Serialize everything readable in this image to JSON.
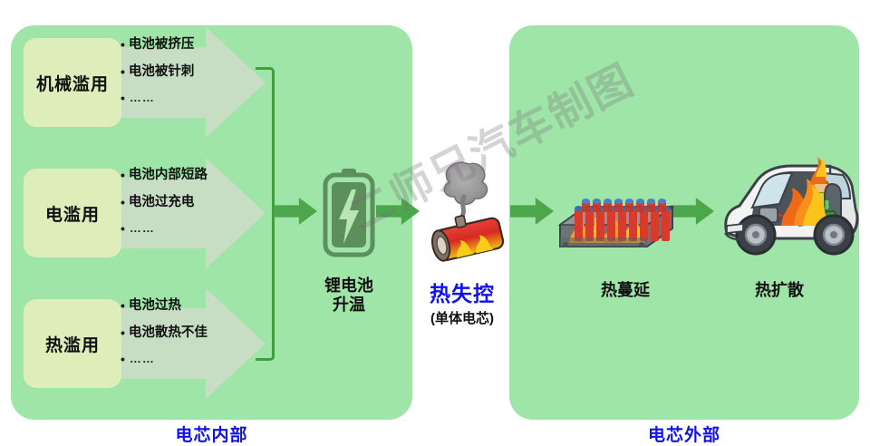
{
  "diagram": {
    "watermark": "二师兄汽车制图",
    "panels": [
      {
        "id": "internal",
        "caption": "电芯内部",
        "caption_color": "#1111ee",
        "fill": "#9fe5a8"
      },
      {
        "id": "external",
        "caption": "电芯外部",
        "caption_color": "#1111ee",
        "fill": "#9fe5a8"
      }
    ],
    "abuse_groups": [
      {
        "title": "机械滥用",
        "bullets": [
          "电池被挤压",
          "电池被针刺",
          "……"
        ]
      },
      {
        "title": "电滥用",
        "bullets": [
          "电池内部短路",
          "电池过充电",
          "……"
        ]
      },
      {
        "title": "热滥用",
        "bullets": [
          "电池过热",
          "电池散热不佳",
          "……"
        ]
      }
    ],
    "stages": [
      {
        "id": "heating",
        "label_line1": "锂电池",
        "label_line2": "升温",
        "icon": "battery-icon"
      },
      {
        "id": "runaway",
        "label_main": "热失控",
        "label_sub": "(单体电芯)",
        "icon": "burning-cell-icon",
        "highlight_color": "#1111ee"
      },
      {
        "id": "propagation",
        "label": "热蔓延",
        "icon": "battery-pack-fire-icon"
      },
      {
        "id": "diffusion",
        "label": "热扩散",
        "icon": "burning-car-icon"
      }
    ],
    "arrow_color": "#4ca64c",
    "bracket_color": "#3f9f3f",
    "grey_arrow_color": "#cfdccb",
    "abuse_box_color": "#ddeebb"
  }
}
